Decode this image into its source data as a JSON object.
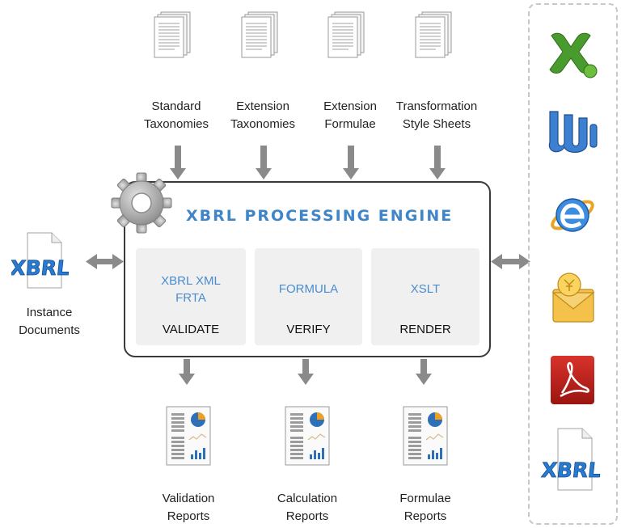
{
  "inputs": [
    {
      "line1": "Standard",
      "line2": "Taxonomies"
    },
    {
      "line1": "Extension",
      "line2": "Taxonomies"
    },
    {
      "line1": "Extension",
      "line2": "Formulae"
    },
    {
      "line1": "Transformation",
      "line2": "Style Sheets"
    }
  ],
  "engine": {
    "title": "XBRL PROCESSING ENGINE",
    "panels": [
      {
        "blue1": "XBRL  XML",
        "blue2": "FRTA",
        "action": "VALIDATE"
      },
      {
        "blue1": "FORMULA",
        "blue2": "",
        "action": "VERIFY"
      },
      {
        "blue1": "XSLT",
        "blue2": "",
        "action": "RENDER"
      }
    ]
  },
  "instance": {
    "logo": "XBRL",
    "line1": "Instance",
    "line2": "Documents"
  },
  "outputs": [
    {
      "line1": "Validation",
      "line2": "Reports"
    },
    {
      "line1": "Calculation",
      "line2": "Reports"
    },
    {
      "line1": "Formulae",
      "line2": "Reports"
    }
  ],
  "apps": {
    "icons": [
      "excel-icon",
      "word-icon",
      "internet-explorer-icon",
      "email-icon",
      "pdf-icon",
      "xbrl-document-icon"
    ],
    "xbrl_logo": "XBRL"
  }
}
